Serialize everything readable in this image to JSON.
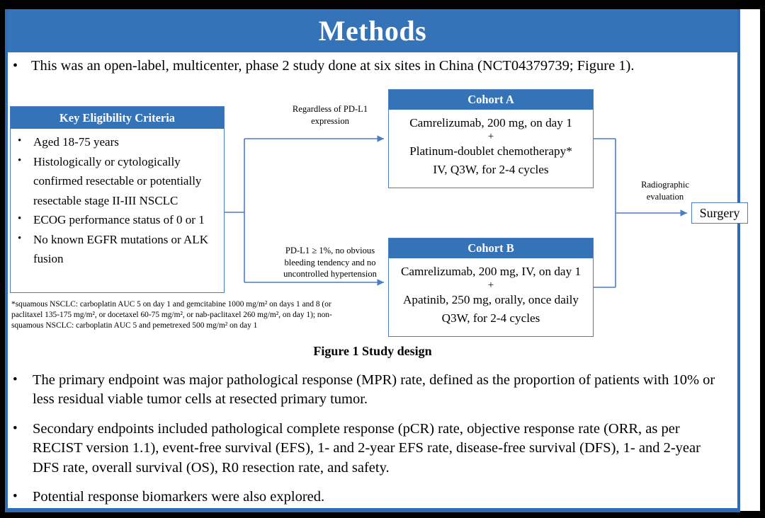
{
  "slide": {
    "title": "Methods",
    "accent_color": "#3573b9",
    "border_color": "#4a7ec4",
    "frame_color": "#000000"
  },
  "top_bullet": {
    "marker": "•",
    "text": "This was an open-label, multicenter, phase 2 study done at six sites in China (NCT04379739; Figure 1)."
  },
  "figure": {
    "caption": "Figure 1 Study design",
    "eligibility": {
      "header": "Key  Eligibility Criteria",
      "marker": "•",
      "items": [
        "Aged 18-75 years",
        "Histologically or cytologically confirmed resectable or potentially resectable stage II-III  NSCLC",
        "ECOG performance status of 0 or 1",
        "No known EGFR mutations or ALK fusion"
      ],
      "footnote_line1": "*squamous NSCLC: carboplatin AUC 5 on day 1 and gemcitabine 1000 mg/m² on days 1 and 8 (or",
      "footnote_line2": "paclitaxel 135-175  mg/m², or docetaxel 60-75 mg/m², or nab-paclitaxel 260 mg/m², on day 1); non-",
      "footnote_line3": "squamous NSCLC: carboplatin AUC 5 and pemetrexed 500 mg/m² on day 1"
    },
    "cohort_a": {
      "header": "Cohort A",
      "line1": "Camrelizumab, 200 mg, on day 1",
      "plus": "+",
      "line2": "Platinum-doublet chemotherapy*",
      "line3": "IV, Q3W, for 2-4 cycles"
    },
    "cohort_b": {
      "header": "Cohort B",
      "line1": "Camrelizumab, 200 mg, IV, on day 1",
      "plus": "+",
      "line2": "Apatinib, 250 mg, orally, once daily",
      "line3": "Q3W, for 2-4 cycles"
    },
    "connectors": {
      "regardless_line1": "Regardless  of PD-L1",
      "regardless_line2": "expression",
      "pdl1_line1": "PD-L1 ≥ 1%, no obvious",
      "pdl1_line2": "bleeding tendency  and no",
      "pdl1_line3": "uncontrolled  hypertension",
      "radiographic_line1": "Radiographic",
      "radiographic_line2": "evaluation"
    },
    "surgery": {
      "label": "Surgery"
    }
  },
  "bottom_bullets": {
    "marker": "•",
    "items": [
      "The primary endpoint was major pathological response (MPR) rate, defined as the proportion of patients with 10% or less residual viable tumor cells at resected primary tumor.",
      "Secondary endpoints included pathological complete response (pCR) rate, objective response rate (ORR, as per RECIST version 1.1), event-free survival (EFS), 1- and 2-year EFS rate, disease-free survival (DFS), 1- and 2-year DFS rate, overall survival (OS), R0 resection rate, and safety.",
      "Potential response biomarkers were also explored."
    ]
  }
}
